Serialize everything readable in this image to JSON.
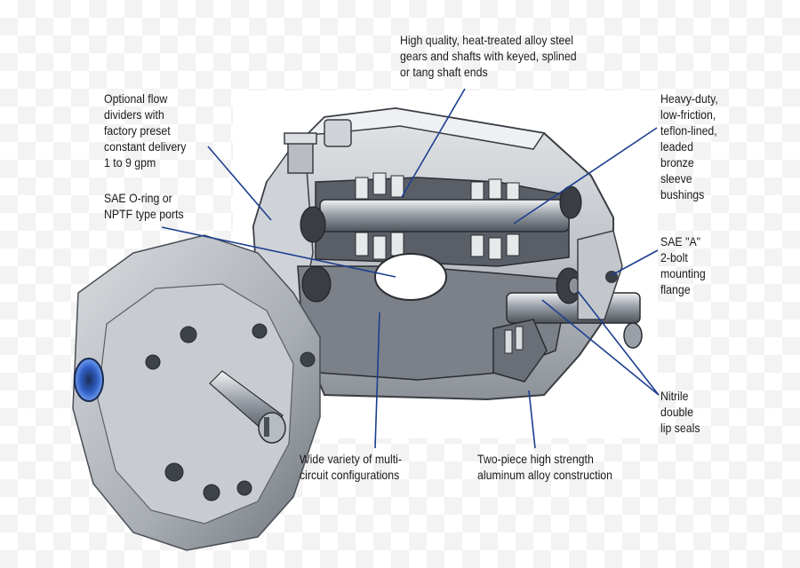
{
  "colors": {
    "leader_line": "#1c3f8f",
    "metal_light": "#d6d9dd",
    "metal_mid": "#a6abb2",
    "metal_dark": "#4a4f57",
    "port_blue": "#3a6fd8"
  },
  "labels": {
    "flow_dividers": "Optional flow\ndividers with\nfactory preset\nconstant delivery\n1 to 9 gpm",
    "sae_ports": "SAE O-ring or\nNPTF type ports",
    "gears_shafts": "High quality, heat-treated alloy steel\ngears and shafts with keyed, splined\nor tang shaft ends",
    "bushings": "Heavy-duty,\nlow-friction,\nteflon-lined,\nleaded\nbronze\nsleeve\nbushings",
    "mounting_flange": "SAE \"A\"\n2-bolt\nmounting\nflange",
    "lip_seals": "Nitrile\ndouble\nlip seals",
    "multi_circuit": "Wide variety of multi-\ncircuit configurations",
    "aluminum": "Two-piece high strength\naluminum alloy construction"
  }
}
